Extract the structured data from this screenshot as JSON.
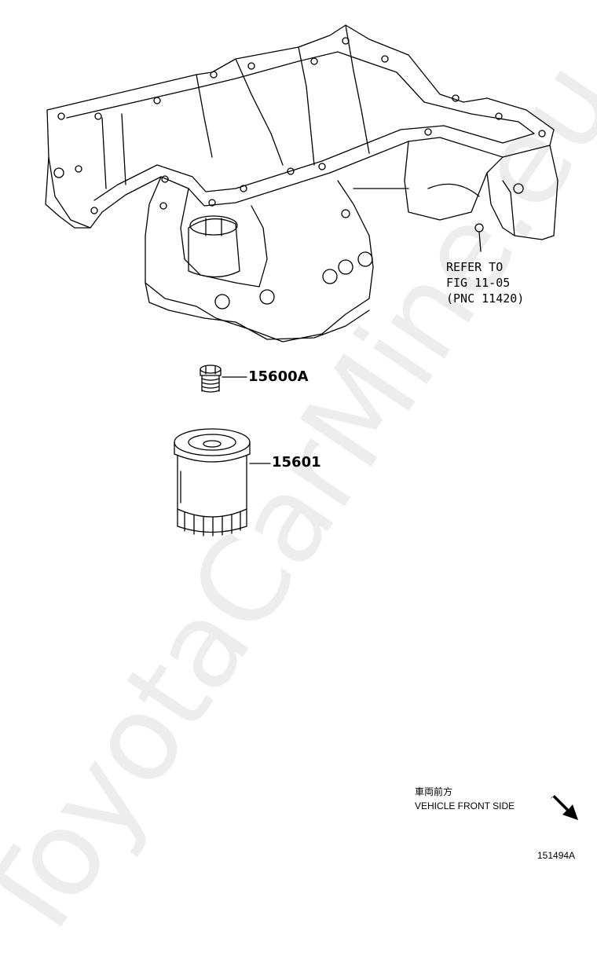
{
  "watermark": "ToyotaCarMine.eu",
  "parts": [
    {
      "number": "15600A",
      "name": ""
    },
    {
      "number": "15601",
      "name": ""
    }
  ],
  "reference": {
    "line1": "REFER TO",
    "line2": "FIG 11-05",
    "line3": "(PNC 11420)"
  },
  "orientation": {
    "japanese": "車両前方",
    "english": "VEHICLE FRONT SIDE",
    "arrow_icon": "arrow-down-right-icon"
  },
  "illustration_code": "151494A",
  "colors": {
    "line": "#000000",
    "watermark": "#dcdcdc"
  }
}
